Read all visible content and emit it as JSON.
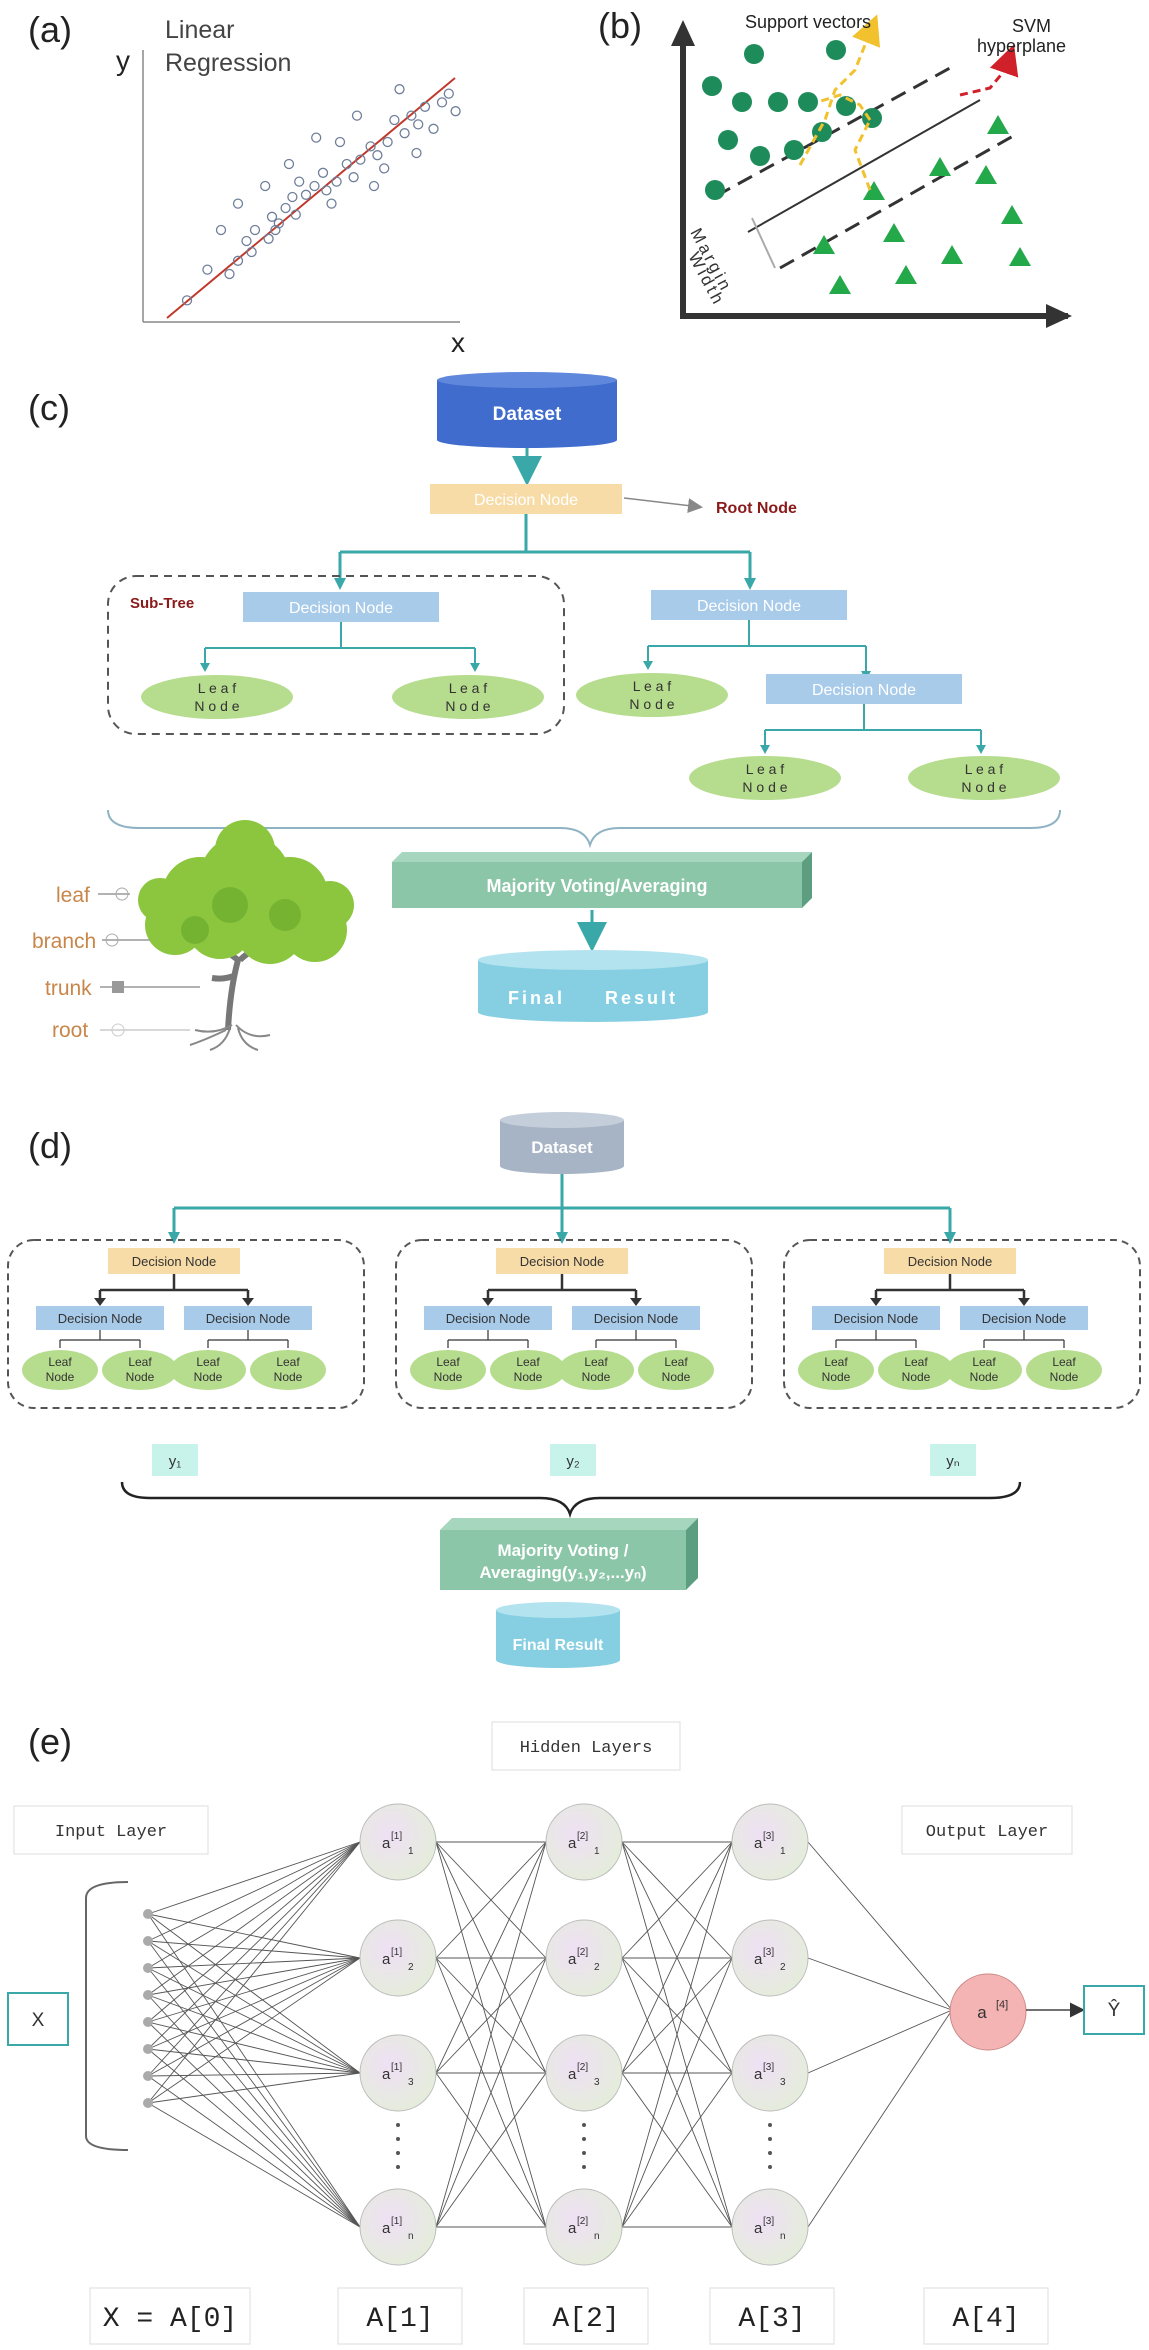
{
  "panel_labels": {
    "a": "(a)",
    "b": "(b)",
    "c": "(c)",
    "d": "(d)",
    "e": "(e)"
  },
  "linear_regression": {
    "title_line1": "Linear",
    "title_line2": "Regression",
    "y_axis": "y",
    "x_axis": "x",
    "line_color": "#c0392b",
    "point_color": "#6f7f9a",
    "points": [
      [
        10,
        8
      ],
      [
        22,
        22
      ],
      [
        35,
        20
      ],
      [
        40,
        26
      ],
      [
        48,
        30
      ],
      [
        45,
        35
      ],
      [
        50,
        40
      ],
      [
        58,
        36
      ],
      [
        60,
        46
      ],
      [
        64,
        43
      ],
      [
        68,
        50
      ],
      [
        72,
        55
      ],
      [
        74,
        47
      ],
      [
        80,
        56
      ],
      [
        85,
        60
      ],
      [
        90,
        66
      ],
      [
        92,
        58
      ],
      [
        95,
        52
      ],
      [
        98,
        62
      ],
      [
        104,
        70
      ],
      [
        108,
        64
      ],
      [
        112,
        72
      ],
      [
        118,
        78
      ],
      [
        122,
        74
      ],
      [
        126,
        68
      ],
      [
        128,
        80
      ],
      [
        132,
        90
      ],
      [
        138,
        84
      ],
      [
        142,
        92
      ],
      [
        146,
        88
      ],
      [
        150,
        96
      ],
      [
        155,
        86
      ],
      [
        160,
        98
      ],
      [
        164,
        102
      ],
      [
        168,
        94
      ],
      [
        56,
        60
      ],
      [
        100,
        80
      ],
      [
        40,
        52
      ],
      [
        70,
        70
      ],
      [
        120,
        60
      ],
      [
        30,
        40
      ],
      [
        145,
        75
      ],
      [
        86,
        82
      ],
      [
        62,
        40
      ],
      [
        110,
        92
      ],
      [
        135,
        104
      ],
      [
        76,
        62
      ]
    ]
  },
  "svm": {
    "label_support_vectors": "Support vectors",
    "label_hyperplane_line1": "SVM",
    "label_hyperplane_line2": "hyperplane",
    "label_margin": "Margin",
    "label_width": "Width",
    "circle_color": "#1e8c5a",
    "triangle_color": "#23a84a",
    "arrow_yellow": "#f2c12e",
    "arrow_red": "#d0202a"
  },
  "decision_tree": {
    "dataset": "Dataset",
    "root_decision": "Decision Node",
    "root_node_label": "Root Node",
    "sub_tree_label": "Sub-Tree",
    "decision_node": "Decision Node",
    "leaf_line1": "L e a f",
    "leaf_line2": "N o d e",
    "majority": "Majority Voting/Averaging",
    "final": "Final     Result",
    "tree_parts": [
      "leaf",
      "branch",
      "trunk",
      "root"
    ],
    "colors": {
      "dataset": "#3f6ccd",
      "root_node": "#f8dca8",
      "decision": "#a8cbea",
      "leaf": "#b6dc8e",
      "teal": "#3aa8a8",
      "majority": "#8cc6a8",
      "final": "#86cfe2",
      "root_label": "#8b1a1a",
      "tree_label": "#c8864a"
    }
  },
  "random_forest": {
    "dataset": "Dataset",
    "decision_node": "Decision Node",
    "leaf_line1": "Leaf",
    "leaf_line2": "Node",
    "outputs": [
      "y₁",
      "y₂",
      "yₙ"
    ],
    "majority_line1": "Majority Voting /",
    "majority_line2": "Averaging(y₁,y₂,...yₙ)",
    "final": "Final Result",
    "colors": {
      "dataset": "#a7b4c5",
      "root_node": "#f8dca8",
      "decision": "#a8cbea",
      "leaf": "#b6dc8e",
      "teal": "#3aa8a8",
      "output_box": "#c8f3ea",
      "majority": "#8cc6a8",
      "final": "#86cfe2"
    }
  },
  "neural_net": {
    "hidden_layers": "Hidden Layers",
    "input_layer": "Input Layer",
    "output_layer": "Output Layer",
    "x_label": "X",
    "y_hat": "Ŷ",
    "output_node": "a",
    "output_sup": "[4]",
    "layers": [
      {
        "sup": "[1]",
        "subs": [
          "1",
          "2",
          "3",
          "n"
        ]
      },
      {
        "sup": "[2]",
        "subs": [
          "1",
          "2",
          "3",
          "n"
        ]
      },
      {
        "sup": "[3]",
        "subs": [
          "1",
          "2",
          "3",
          "n"
        ]
      }
    ],
    "bottom_labels": [
      "X = A[0]",
      "A[1]",
      "A[2]",
      "A[3]",
      "A[4]"
    ],
    "colors": {
      "hidden": "#ece4f2",
      "output": "#f4b4b4",
      "edge": "#555555"
    }
  }
}
